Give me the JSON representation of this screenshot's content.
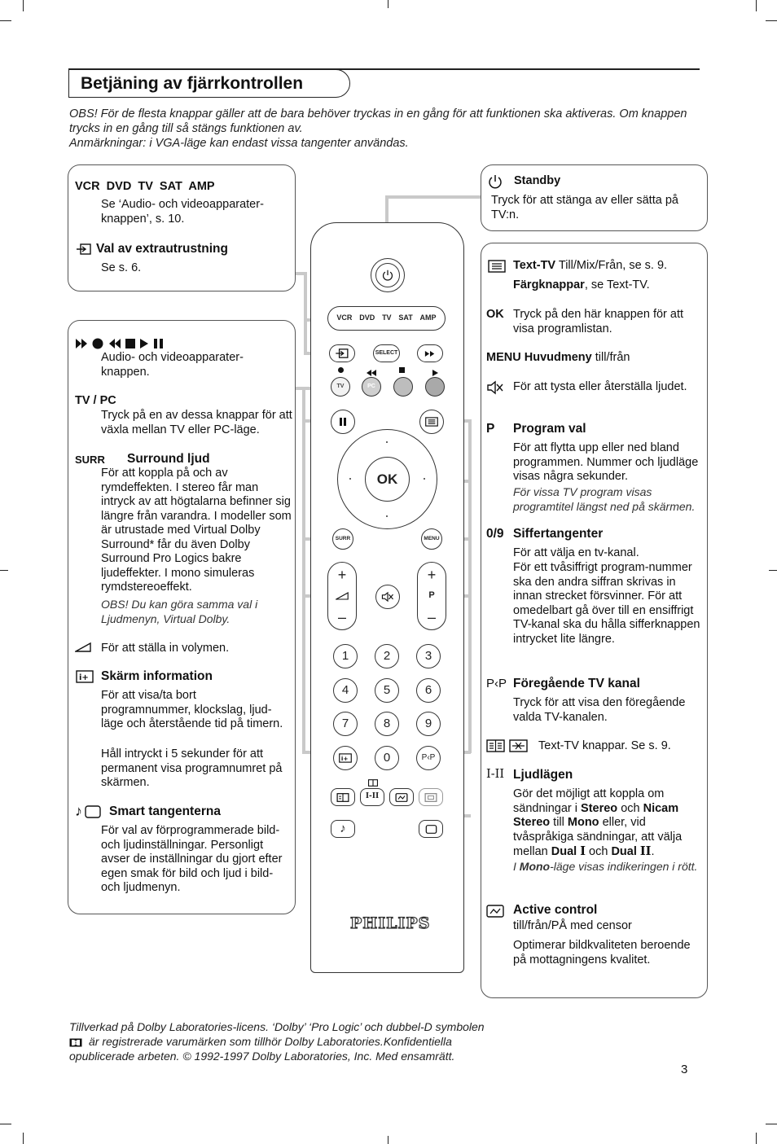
{
  "header": {
    "title": "Betjäning av fjärrkontrollen"
  },
  "intro": {
    "line1": "OBS! För de flesta knappar gäller att de bara behöver tryckas in en gång för att funktionen ska aktiveras. Om knappen trycks in en gång till så stängs funktionen av.",
    "line2": "Anmärkningar: i VGA-läge kan endast vissa tangenter användas."
  },
  "left_box1": {
    "vcr_title": "VCR  DVD  TV  SAT  AMP",
    "vcr_text": "Se ‘Audio- och videoapparater-knappen’, s. 10.",
    "ext_title": "Val av extrautrustning",
    "ext_text": "Se s. 6."
  },
  "left_box2": {
    "av_text": "Audio- och videoapparater-knappen.",
    "tvpc_title": "TV / PC",
    "tvpc_text": "Tryck på en av dessa knappar för att växla mellan TV eller PC-läge.",
    "surr_key": "SURR",
    "surr_title": "Surround ljud",
    "surr_text": "För att koppla på och av rymdeffekten. I stereo får man intryck av att högtalarna befinner sig längre från varandra. I modeller som är utrustade med Virtual Dolby Surround* får du även Dolby Surround Pro Logics bakre ljudeffekter. I mono simuleras rymdstereoeffekt.",
    "surr_note": "OBS! Du kan göra samma val i Ljudmenyn, Virtual Dolby.",
    "vol_text": "För att ställa in volymen.",
    "info_title": "Skärm information",
    "info_text1": "För att visa/ta bort programnummer, klockslag, ljud-läge och återstående tid på timern.",
    "info_text2": "Håll intryckt i 5 sekunder för att permanent visa programnumret på skärmen.",
    "smart_title": "Smart tangenterna",
    "smart_text": "För val av förprogrammerade bild- och ljudinställningar. Personligt avser de inställningar du gjort efter egen smak för bild och ljud  i bild- och ljudmenyn."
  },
  "right_box1": {
    "standby_title": "Standby",
    "standby_text": "Tryck för att stänga av eller sätta på TV:n."
  },
  "right_box2": {
    "teletext_title": "Text-TV",
    "teletext_rest": " Till/Mix/Från, se s. 9.",
    "color_title": "Färgknappar",
    "color_rest": ", se Text-TV.",
    "ok_key": "OK",
    "ok_text": "Tryck på den här knappen för att visa programlistan.",
    "menu_key": "MENU",
    "menu_title": "Huvudmeny",
    "menu_rest": " till/från",
    "mute_text": "För att tysta eller återställa ljudet.",
    "p_key": "P",
    "p_title": "Program val",
    "p_text": "För att flytta upp eller ned bland programmen. Nummer och ljudläge visas några sekunder.",
    "p_note": "För vissa TV program visas programtitel längst ned på skärmen.",
    "digits_key": "0/9",
    "digits_title": "Siffertangenter",
    "digits_text1": "För att välja en tv-kanal.",
    "digits_text2": "För ett tvåsiffrigt program-nummer ska den andra siffran skrivas in innan strecket försvinner. För att omedelbart gå över till en ensiffrigt TV-kanal ska du hålla sifferknappen intrycket lite längre.",
    "prev_key": "P‹P",
    "prev_title": "Föregående TV kanal",
    "prev_text": "Tryck för att visa den föregående valda TV-kanalen.",
    "ttkeys_text": "Text-TV knappar. Se s. 9.",
    "sound_key": "I-II",
    "sound_title": "Ljudlägen",
    "sound_t1": "Gör det möjligt att koppla om sändningar i ",
    "sound_b1": "Stereo",
    "sound_t2": " och ",
    "sound_b2": "Nicam Stereo",
    "sound_t3": " till ",
    "sound_b3": "Mono",
    "sound_t4": " eller, vid tvåspråkiga sändningar, att välja mellan ",
    "sound_b4": "Dual",
    "sound_g1": "I",
    "sound_t5": " och ",
    "sound_b5": "Dual",
    "sound_g2": "II",
    "sound_t6": ".",
    "sound_note1": "I ",
    "sound_note_b": "Mono",
    "sound_note2": "-läge visas indikeringen i rött.",
    "active_title": "Active control",
    "active_sub": "till/från/PÅ med censor",
    "active_text": "Optimerar bildkvaliteten beroende på mottagningens kvalitet."
  },
  "remote": {
    "source_labels": [
      "VCR",
      "DVD",
      "TV",
      "SAT",
      "AMP"
    ],
    "select": "SELECT",
    "tv": "TV",
    "pc": "PC",
    "ok": "OK",
    "surr": "SURR",
    "menu": "MENU",
    "p": "P",
    "digits": [
      "1",
      "2",
      "3",
      "4",
      "5",
      "6",
      "7",
      "8",
      "9"
    ],
    "zero": "0",
    "prev": "P‹P",
    "brand": "PHILIPS",
    "color_keys": [
      "#f2f2f2",
      "#cfcfcf",
      "#bdbdbd",
      "#a9a9a9"
    ]
  },
  "footer": {
    "text1": "Tillverkad på Dolby Laboratories-licens. ‘Dolby’ ‘Pro Logic’ och dubbel-D symbolen",
    "text2": "är registrerade varumärken som tillhör Dolby Laboratories.Konfidentiella opublicerade arbeten. © 1992-1997 Dolby Laboratories, Inc. Med ensamrätt."
  },
  "page_number": "3"
}
